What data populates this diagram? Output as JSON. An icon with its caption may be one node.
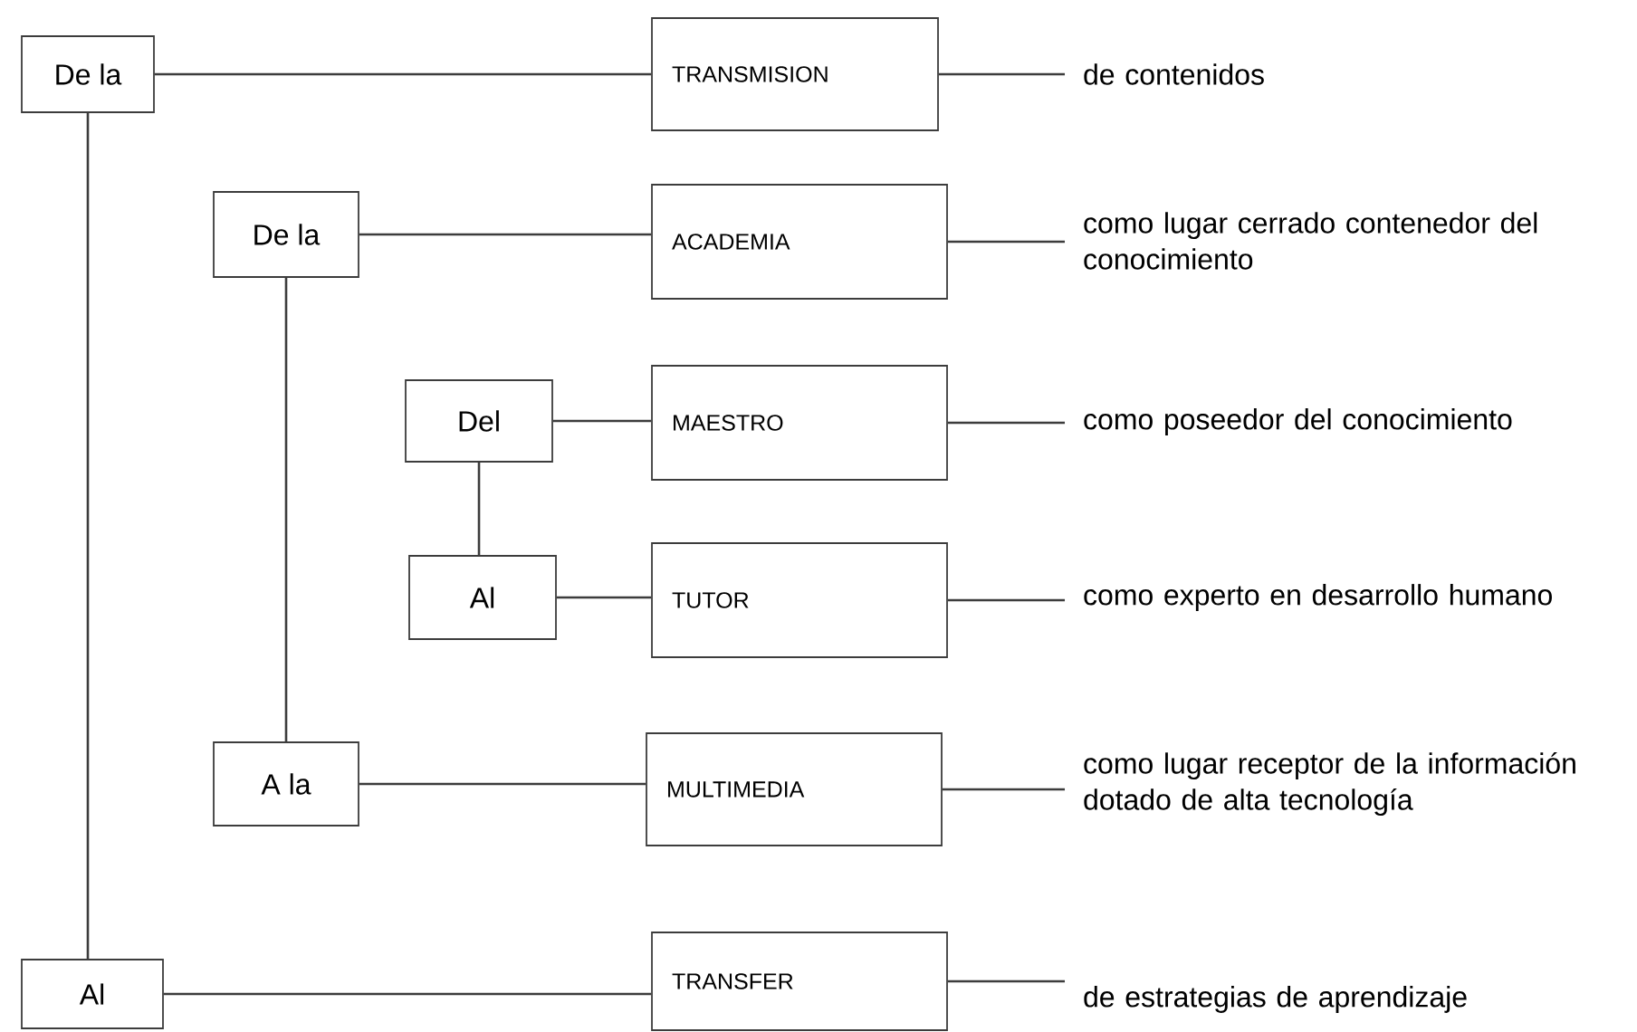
{
  "diagram": {
    "nodes": [
      {
        "text": [
          "De la"
        ]
      },
      {
        "text": [
          "TRANSMISION"
        ]
      },
      {
        "text": [
          "de contenidos"
        ]
      },
      {
        "text": [
          "De la"
        ]
      },
      {
        "text": [
          "ACADEMIA"
        ]
      },
      {
        "text": [
          "como lugar cerrado contenedor del conocimiento"
        ]
      },
      {
        "text": [
          "Del"
        ]
      },
      {
        "text": [
          "MAESTRO"
        ]
      },
      {
        "text": [
          "como poseedor del conocimiento"
        ]
      },
      {
        "text": [
          "Al"
        ]
      },
      {
        "text": [
          "TUTOR"
        ]
      },
      {
        "text": [
          "como experto en desarrollo humano"
        ]
      },
      {
        "text": [
          "A la"
        ]
      },
      {
        "text": [
          "MULTIMEDIA"
        ]
      },
      {
        "text": [
          "como lugar receptor de la información dotado de alta tecnología"
        ]
      },
      {
        "text": [
          "Al"
        ]
      },
      {
        "text": [
          "TRANSFER"
        ]
      },
      {
        "text": [
          "de estrategias de aprendizaje"
        ]
      }
    ],
    "edges": [
      {
        "from": 0,
        "to": 1,
        "arrow": "none"
      },
      {
        "from": 1,
        "to": 2,
        "arrow": "none"
      },
      {
        "from": 3,
        "to": 4,
        "arrow": "none"
      },
      {
        "from": 4,
        "to": 5,
        "arrow": "none"
      },
      {
        "from": 6,
        "to": 7,
        "arrow": "none"
      },
      {
        "from": 7,
        "to": 8,
        "arrow": "none"
      },
      {
        "from": 9,
        "to": 10,
        "arrow": "none"
      },
      {
        "from": 10,
        "to": 11,
        "arrow": "none"
      },
      {
        "from": 12,
        "to": 13,
        "arrow": "none"
      },
      {
        "from": 13,
        "to": 14,
        "arrow": "none"
      },
      {
        "from": 15,
        "to": 16,
        "arrow": "none"
      },
      {
        "from": 16,
        "to": 17,
        "arrow": "none"
      },
      {
        "from": 0,
        "to": 15,
        "arrow": "none"
      },
      {
        "from": 3,
        "to": 12,
        "arrow": "none"
      },
      {
        "from": 6,
        "to": 9,
        "arrow": "none"
      }
    ]
  }
}
